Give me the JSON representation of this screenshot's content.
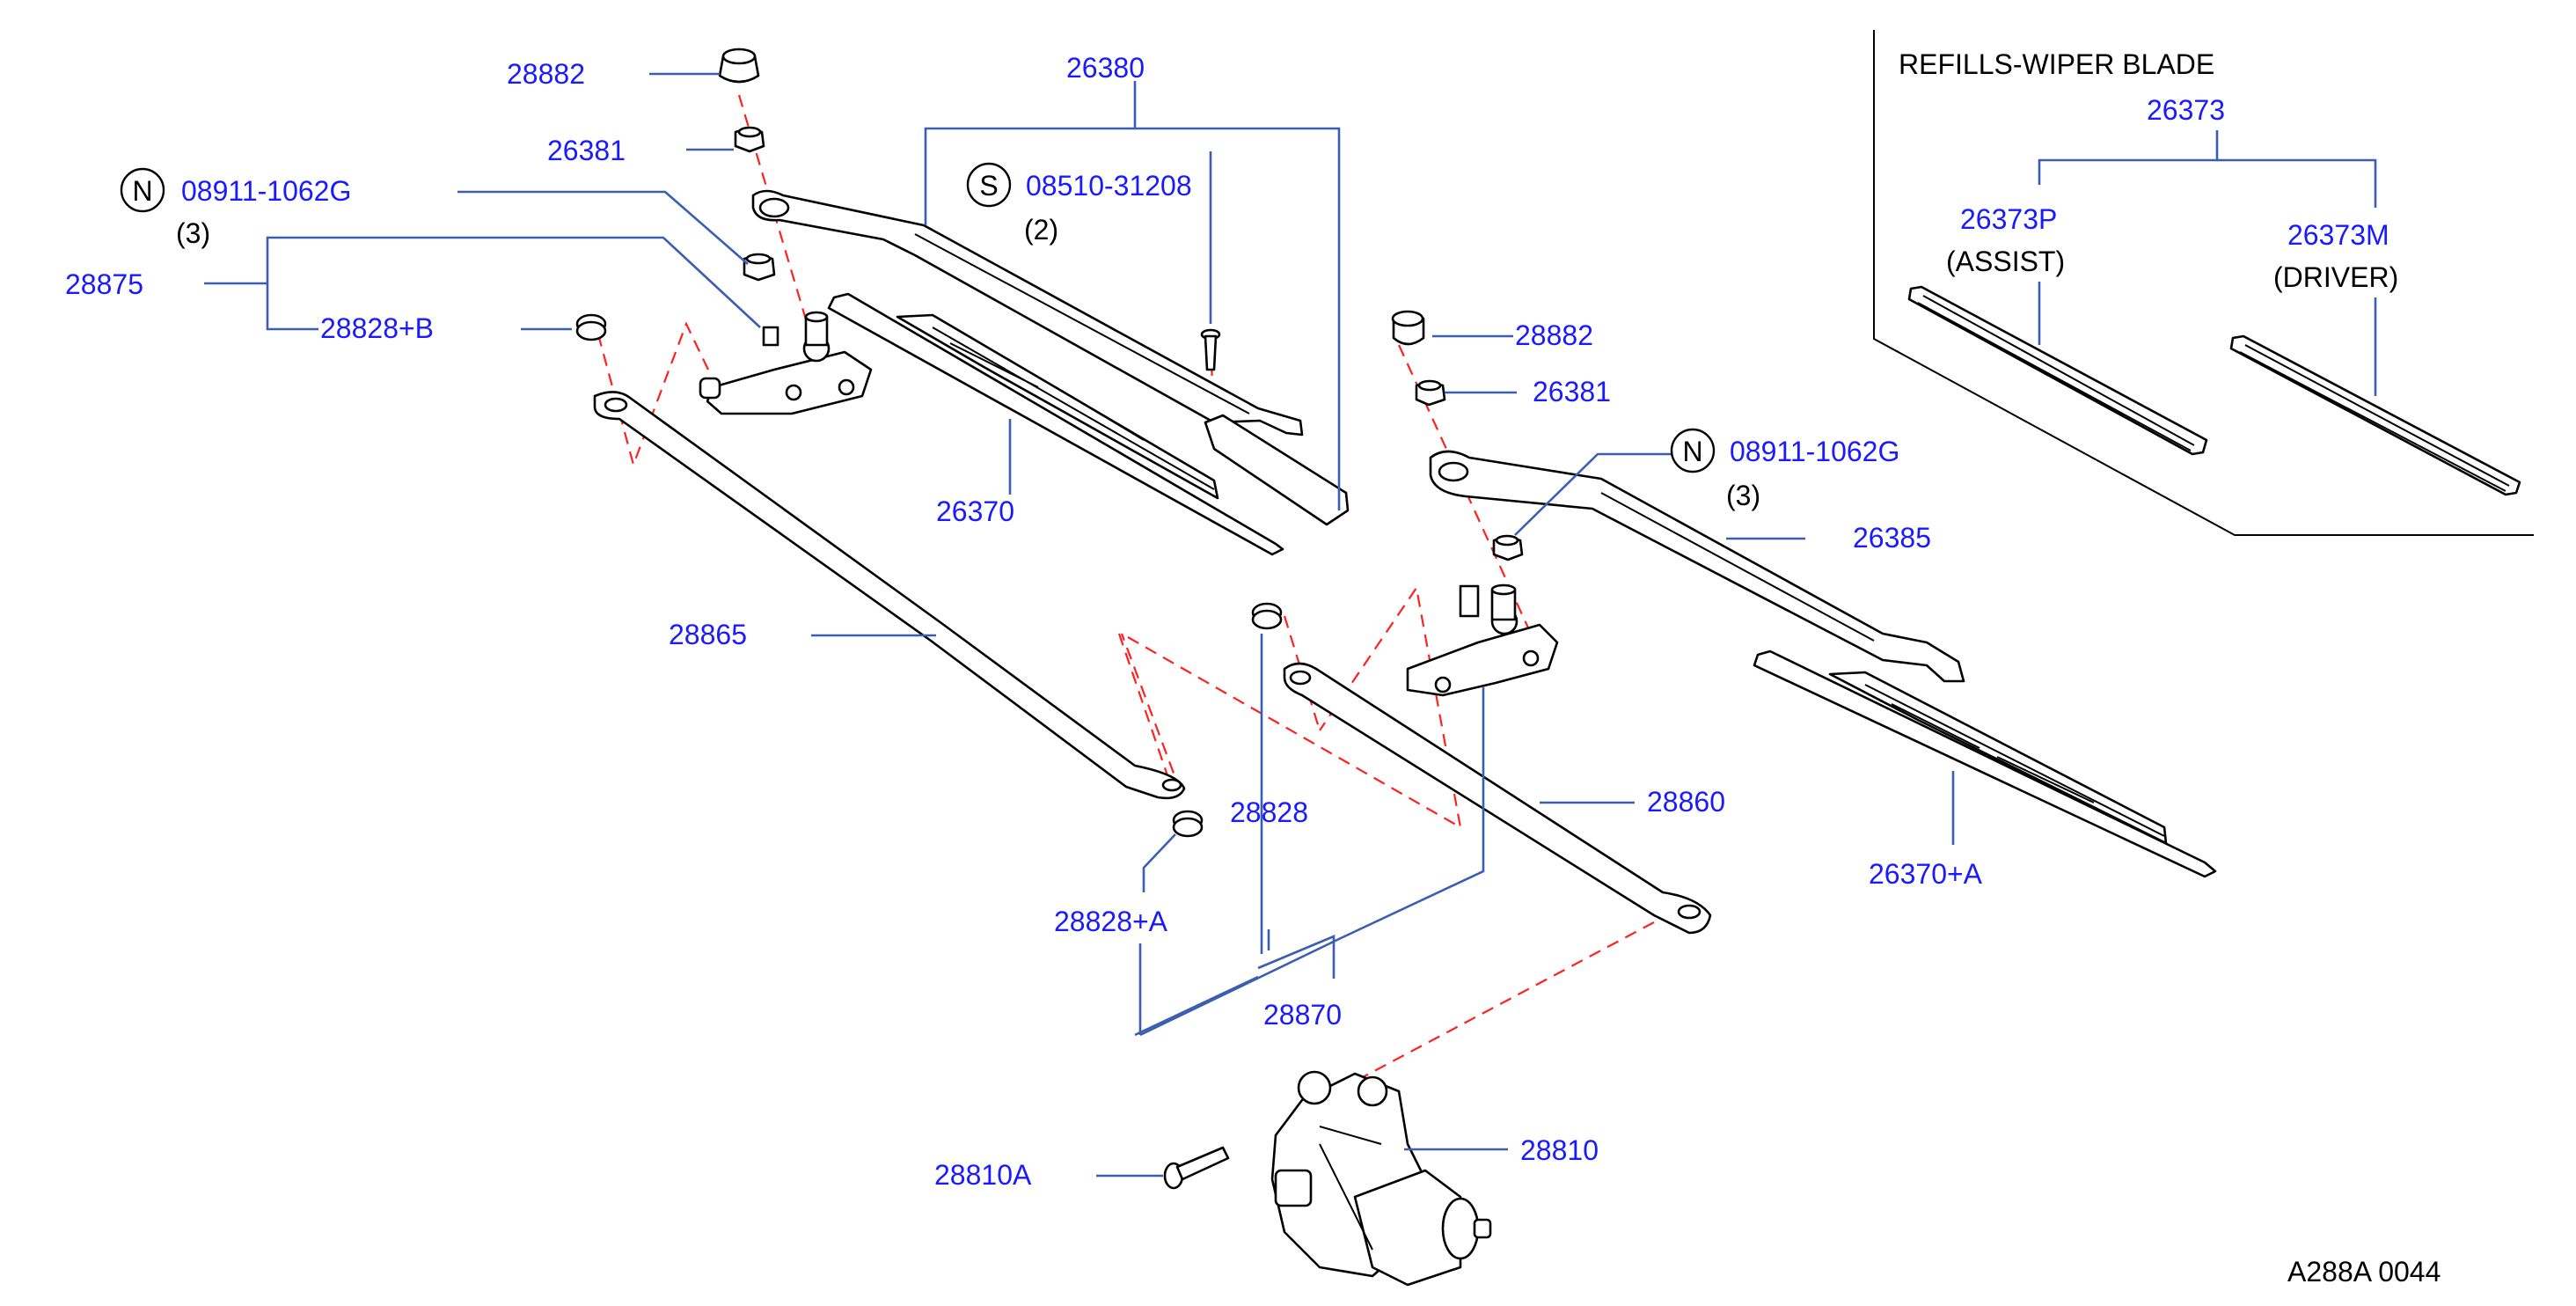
{
  "colors": {
    "part_number": "#1a1aff",
    "leader": "#3a5fb0",
    "dashed": "#ff2020",
    "drawing": "#000000"
  },
  "refills": {
    "title": "REFILLS-WIPER  BLADE",
    "group_part": "26373",
    "assist_part": "26373P",
    "assist_label": "(ASSIST)",
    "driver_part": "26373M",
    "driver_label": "(DRIVER)"
  },
  "symbols": {
    "n": "N",
    "s": "S"
  },
  "labels": {
    "p28882_top": "28882",
    "p26381_top": "26381",
    "p08911_left": "08911-1062G",
    "qty_left": "(3)",
    "p28875": "28875",
    "p28828b": "28828+B",
    "p26380": "26380",
    "p08510": "08510-31208",
    "qty_s": "(2)",
    "p26370": "26370",
    "p28882_right": "28882",
    "p26381_right": "26381",
    "p08911_right": "08911-1062G",
    "qty_right": "(3)",
    "p26385": "26385",
    "p28865": "28865",
    "p28828": "28828",
    "p28860": "28860",
    "p28828a": "28828+A",
    "p26370a": "26370+A",
    "p28870": "28870",
    "p28810": "28810",
    "p28810a": "28810A",
    "diagram_code": "A288A  0044"
  }
}
